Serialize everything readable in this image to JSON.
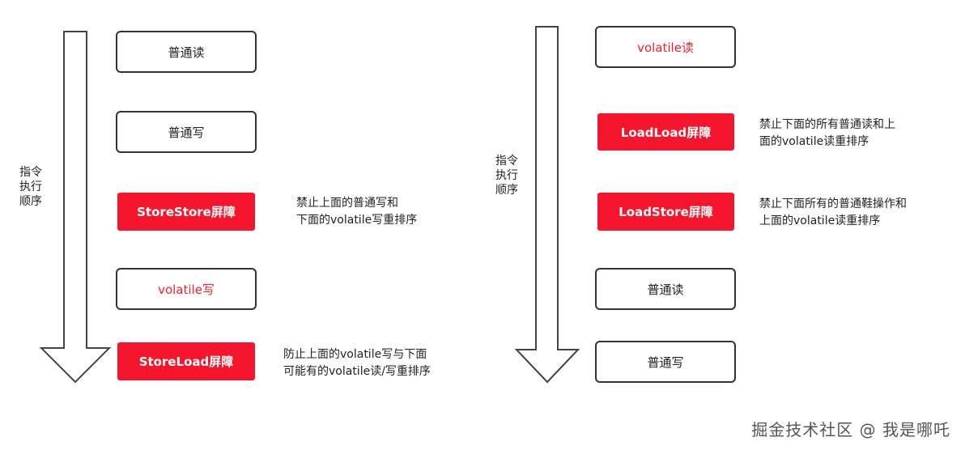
{
  "left_diagram": {
    "axis_label": "指令\n执行\n顺序",
    "boxes": [
      {
        "label": "普通读"
      },
      {
        "label": "普通写"
      },
      {
        "label": "StoreStore屏障"
      },
      {
        "label": "volatile写"
      },
      {
        "label": "StoreLoad屏障"
      }
    ],
    "notes": [
      "禁止上面的普通写和\n下面的volatile写重排序",
      "防止上面的volatile写与下面\n可能有的volatile读/写重排序"
    ]
  },
  "right_diagram": {
    "axis_label": "指令\n执行\n顺序",
    "boxes": [
      {
        "label": "volatile读"
      },
      {
        "label": "LoadLoad屏障"
      },
      {
        "label": "LoadStore屏障"
      },
      {
        "label": "普通读"
      },
      {
        "label": "普通写"
      }
    ],
    "notes": [
      "禁止下面的所有普通读和上\n面的volatile读重排序",
      "禁止下面所有的普通鞋操作和\n上面的volatile读重排序"
    ]
  },
  "watermark": "掘金技术社区 @ 我是哪吒",
  "colors": {
    "barrier": "#f5162d",
    "volatile_text": "#f5222d",
    "border": "#333333"
  }
}
